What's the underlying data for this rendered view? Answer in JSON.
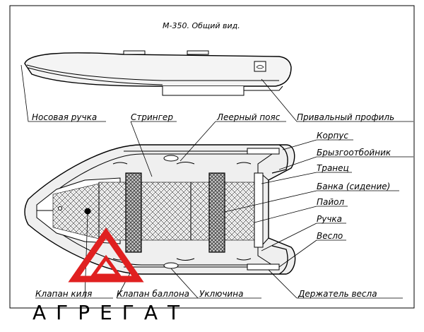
{
  "title": "М-350. Общий вид.",
  "labels": {
    "nose_handle": "Носовая ручка",
    "stringer": "Стрингер",
    "life_line": "Леерный пояс",
    "fender": "Привальный профиль",
    "hull": "Корпус",
    "splash_guard": "Брызгоотбойник",
    "transom": "Транец",
    "seat": "Банка (сидение)",
    "floor": "Пайол",
    "handle": "Ручка",
    "oar": "Весло",
    "keel_valve": "Клапан киля",
    "tube_valve": "Клапан баллона",
    "mooring": "Уключина",
    "oar_holder": "Держатель весла"
  },
  "logo": {
    "text": "АГРЕГАТ",
    "color": "#e02020",
    "icon": "triangle-logo-icon"
  }
}
